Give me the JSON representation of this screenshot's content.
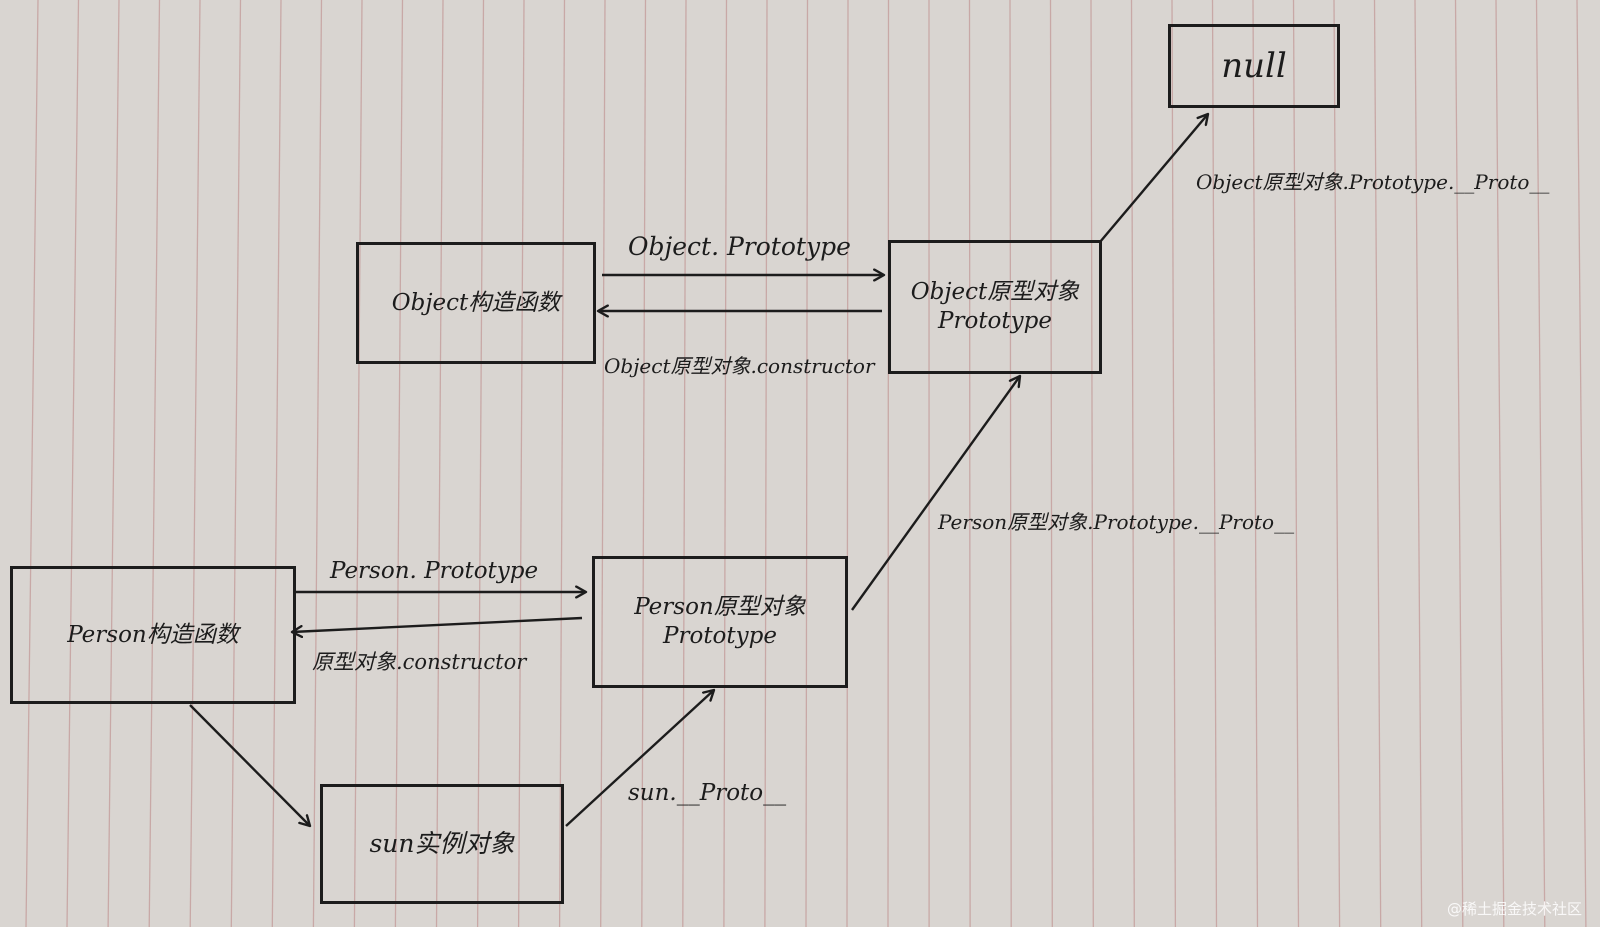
{
  "colors": {
    "paper": "#d9d5d1",
    "rule": "#c39a98",
    "ink": "#1c1c1c",
    "watermark": "#ffffff"
  },
  "nodes": {
    "null": {
      "title": "null"
    },
    "object_constructor": {
      "title": "Object构造函数"
    },
    "object_prototype": {
      "title": "Object原型对象",
      "sub": "Prototype"
    },
    "person_constructor": {
      "title": "Person构造函数"
    },
    "person_prototype": {
      "title": "Person原型对象",
      "sub": "Prototype"
    },
    "sun_instance": {
      "title": "sun实例对象"
    }
  },
  "edges": {
    "object_prototype_link": "Object. Prototype",
    "object_constructor_link": "Object原型对象.constructor",
    "object_proto_to_null": "Object原型对象.Prototype.__Proto__",
    "person_proto_to_object_proto": "Person原型对象.Prototype.__Proto__",
    "person_prototype_link": "Person. Prototype",
    "person_constructor_link": "原型对象.constructor",
    "sun_proto_link": "sun.__Proto__"
  },
  "watermark": "@稀土掘金技术社区"
}
